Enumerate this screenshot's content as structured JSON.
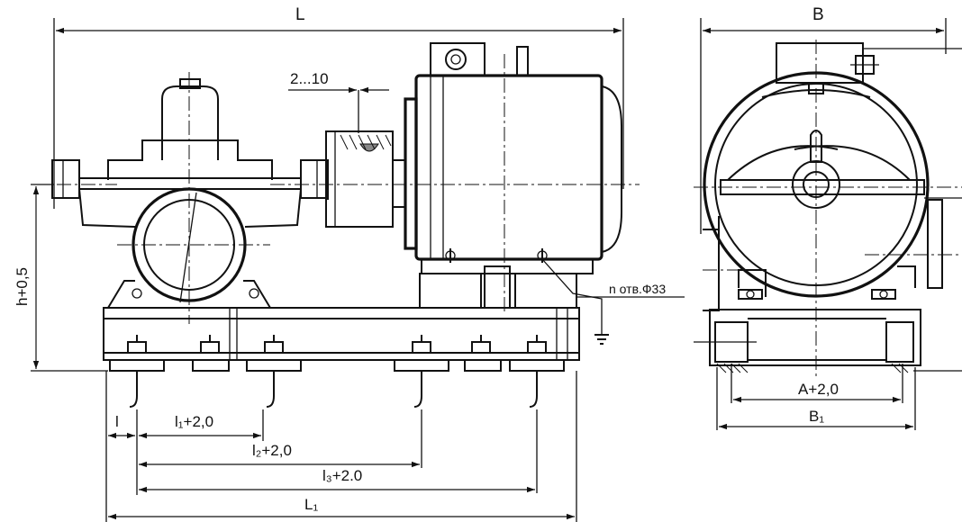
{
  "labels": {
    "L": "L",
    "B": "B",
    "gap": "2...10",
    "h": "h+0,5",
    "holes": "n отв.Ф33",
    "A": "A+2,0",
    "B1": "B₁",
    "l": "l",
    "l1": "l₁+2,0",
    "l2": "l₂+2,0",
    "l3": "l₃+2.0",
    "L1": "L₁"
  }
}
